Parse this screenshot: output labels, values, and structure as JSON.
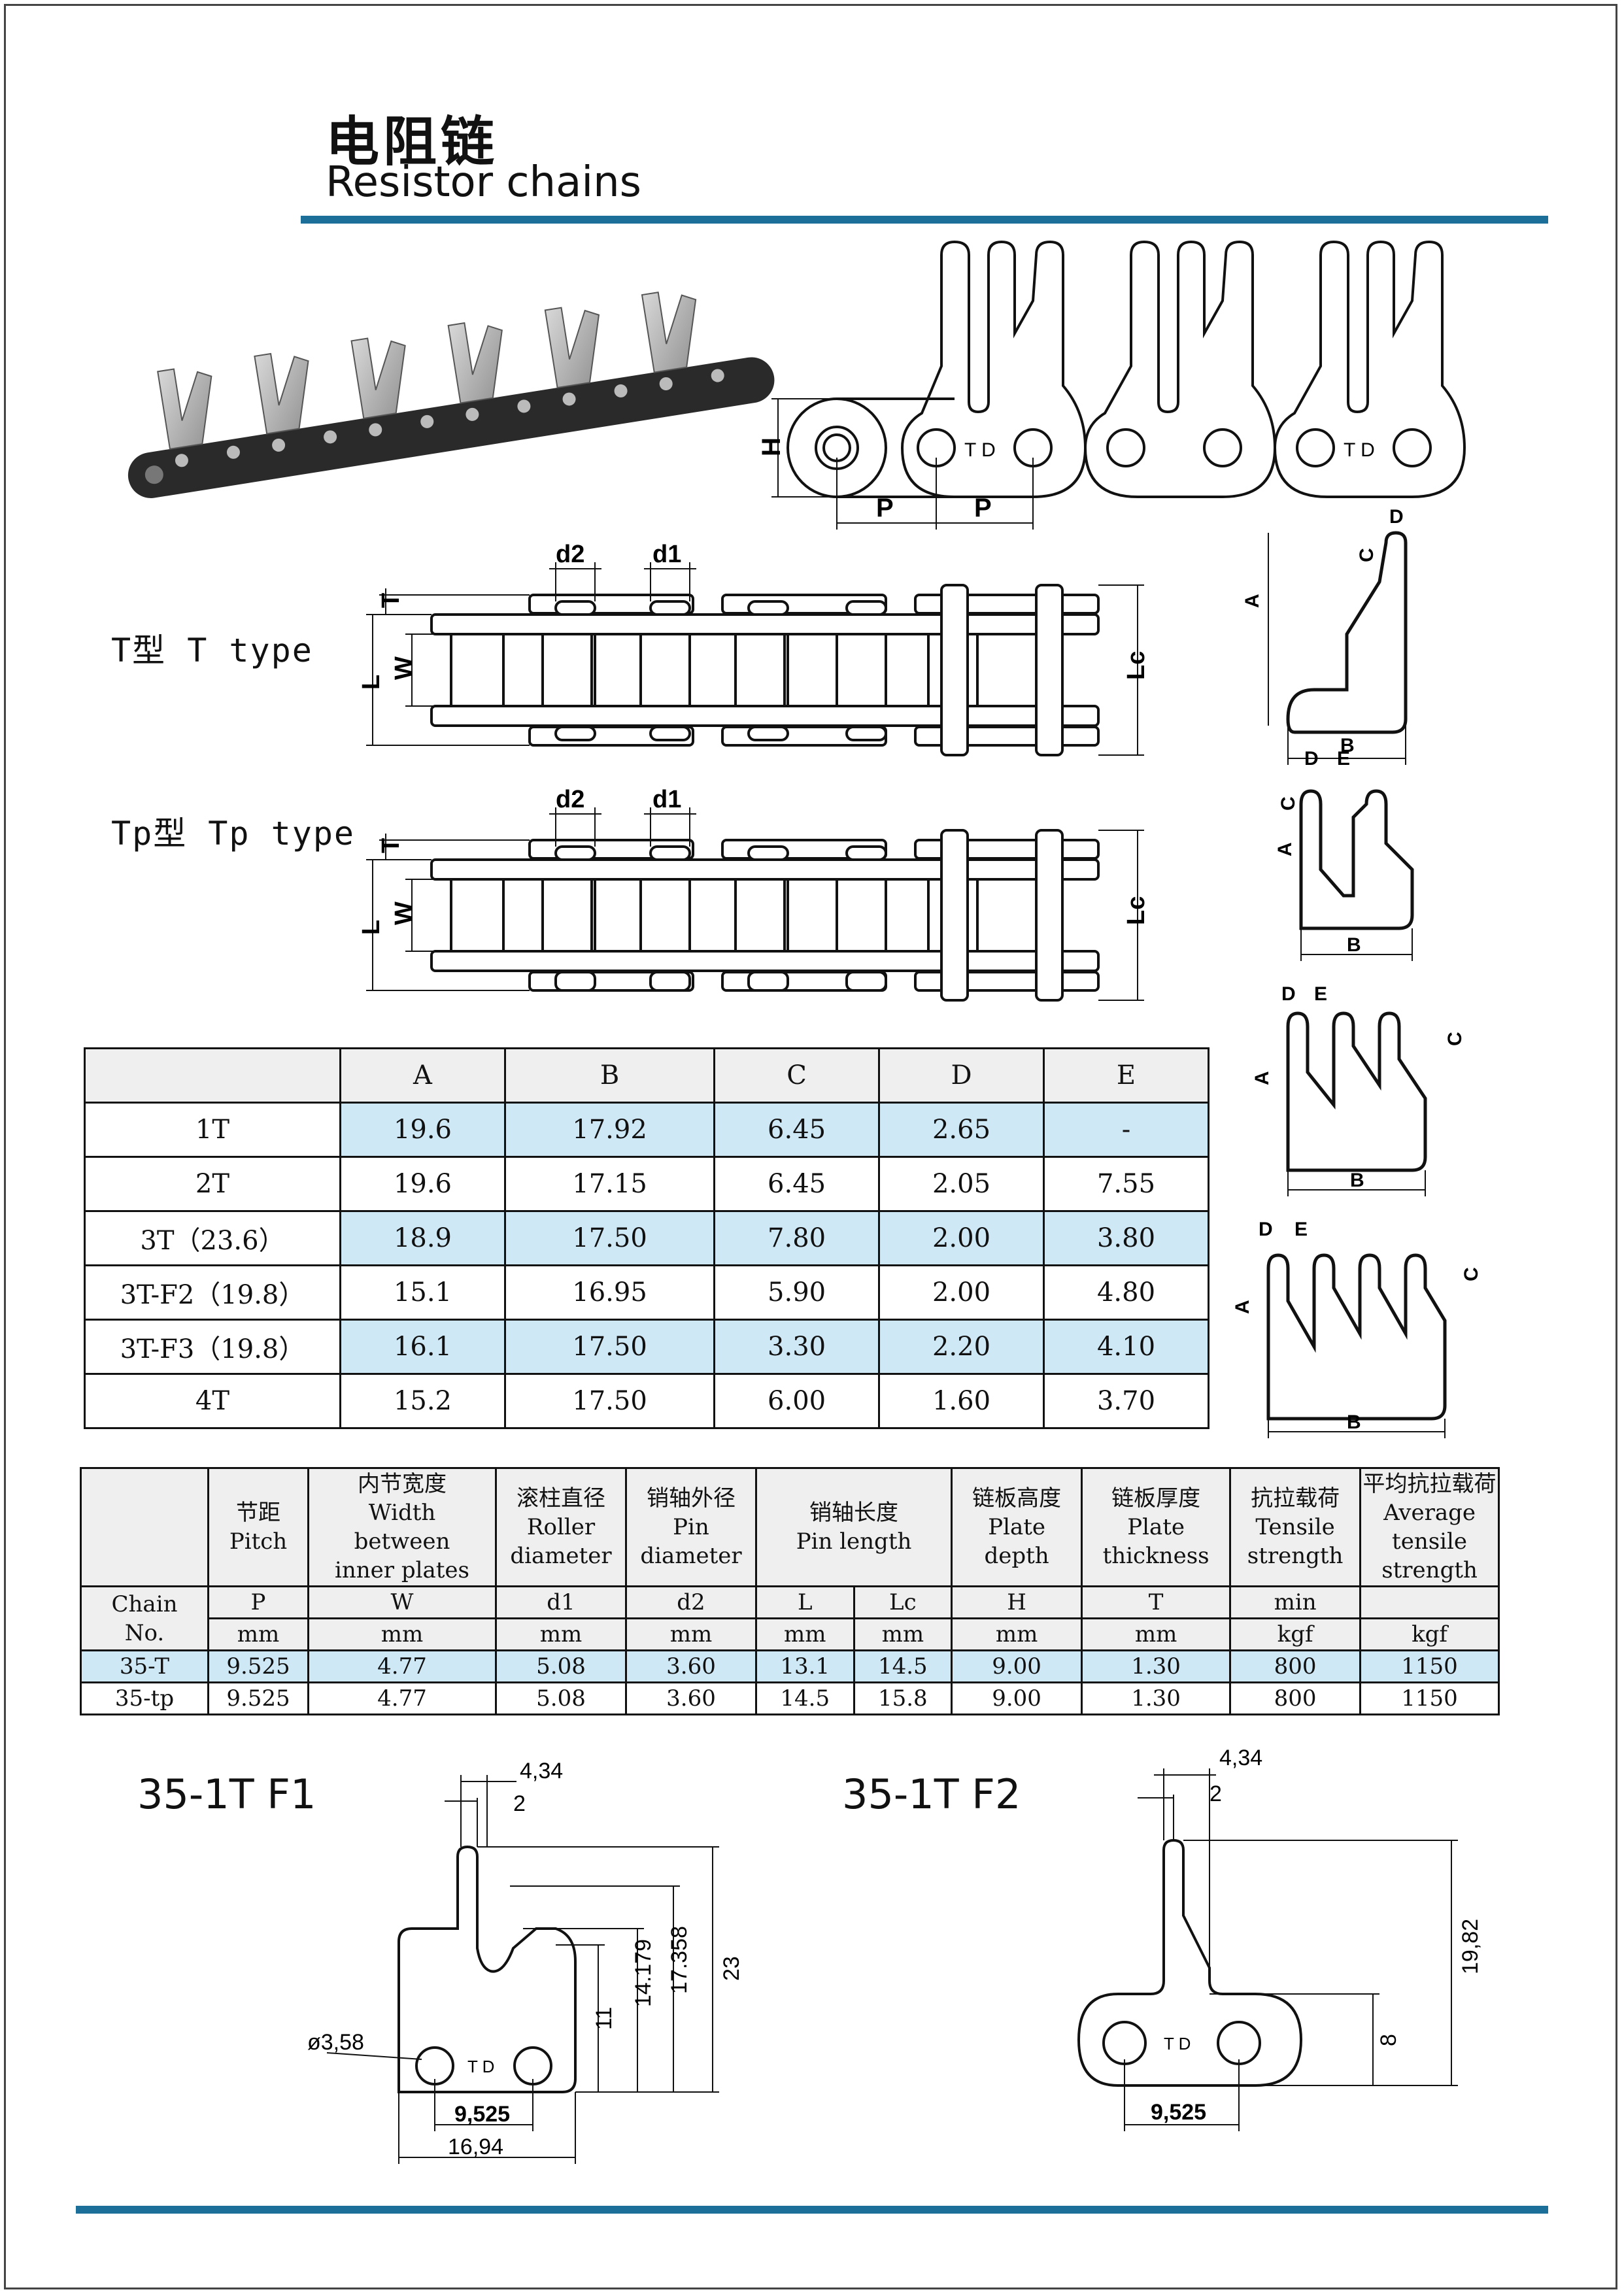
{
  "header": {
    "title_cn": "电阻链",
    "title_en": "Resistor chains"
  },
  "type_labels": {
    "t_type": "T型 T type",
    "tp_type": "Tp型 Tp type"
  },
  "diagram_labels": {
    "H": "H",
    "P": "P",
    "T": "T",
    "L": "L",
    "W": "W",
    "Lc": "Lc",
    "d1": "d1",
    "d2": "d2",
    "A": "A",
    "B": "B",
    "C": "C",
    "D": "D",
    "E": "E",
    "mark": "T D"
  },
  "dim_table": {
    "headers": [
      "",
      "A",
      "B",
      "C",
      "D",
      "E"
    ],
    "rows": [
      {
        "cells": [
          "1T",
          "19.6",
          "17.92",
          "6.45",
          "2.65",
          "-"
        ],
        "highlight": true
      },
      {
        "cells": [
          "2T",
          "19.6",
          "17.15",
          "6.45",
          "2.05",
          "7.55"
        ],
        "highlight": false
      },
      {
        "cells": [
          "3T（23.6）",
          "18.9",
          "17.50",
          "7.80",
          "2.00",
          "3.80"
        ],
        "highlight": true
      },
      {
        "cells": [
          "3T-F2（19.8）",
          "15.1",
          "16.95",
          "5.90",
          "2.00",
          "4.80"
        ],
        "highlight": false
      },
      {
        "cells": [
          "3T-F3（19.8）",
          "16.1",
          "17.50",
          "3.30",
          "2.20",
          "4.10"
        ],
        "highlight": true
      },
      {
        "cells": [
          "4T",
          "15.2",
          "17.50",
          "6.00",
          "1.60",
          "3.70"
        ],
        "highlight": false
      }
    ]
  },
  "spec_table": {
    "headers": {
      "pitch_cn": "节距",
      "pitch_en": "Pitch",
      "width_cn": "内节宽度",
      "width_en1": "Width",
      "width_en2": "between",
      "width_en3": "inner plates",
      "roller_cn": "滚柱直径",
      "roller_en1": "Roller",
      "roller_en2": "diameter",
      "pin_cn": "销轴外径",
      "pin_en1": "Pin",
      "pin_en2": "diameter",
      "pinlen_cn": "销轴长度",
      "pinlen_en": "Pin length",
      "plated_cn": "链板高度",
      "plated_en1": "Plate",
      "plated_en2": "depth",
      "platet_cn": "链板厚度",
      "platet_en1": "Plate",
      "platet_en2": "thickness",
      "tensile_cn": "抗拉载荷",
      "tensile_en1": "Tensile",
      "tensile_en2": "strength",
      "avg_cn": "平均抗拉载荷",
      "avg_en1": "Average",
      "avg_en2": "tensile",
      "avg_en3": "strength",
      "chain_no1": "Chain",
      "chain_no2": "No."
    },
    "symbols": [
      "P",
      "W",
      "d1",
      "d2",
      "L",
      "Lc",
      "H",
      "T",
      "min",
      ""
    ],
    "units": [
      "mm",
      "mm",
      "mm",
      "mm",
      "mm",
      "mm",
      "mm",
      "mm",
      "kgf",
      "kgf"
    ],
    "rows": [
      {
        "cells": [
          "35-T",
          "9.525",
          "4.77",
          "5.08",
          "3.60",
          "13.1",
          "14.5",
          "9.00",
          "1.30",
          "800",
          "1150"
        ],
        "highlight": true
      },
      {
        "cells": [
          "35-tp",
          "9.525",
          "4.77",
          "5.08",
          "3.60",
          "14.5",
          "15.8",
          "9.00",
          "1.30",
          "800",
          "1150"
        ],
        "highlight": false
      }
    ]
  },
  "part_f1": {
    "title": "35-1T F1",
    "dims": {
      "top": "4,34",
      "pin": "2",
      "h23": "23",
      "h17": "17.358",
      "h14": "14.179",
      "h11": "11",
      "hole": "ø3,58",
      "pitch": "9,525",
      "width": "16,94"
    }
  },
  "part_f2": {
    "title": "35-1T F2",
    "dims": {
      "top": "4,34",
      "pin": "2",
      "h19": "19,82",
      "h8": "8",
      "pitch": "9,525"
    }
  },
  "colors": {
    "accent": "#1c6f99",
    "highlight": "#cfe8f6"
  }
}
